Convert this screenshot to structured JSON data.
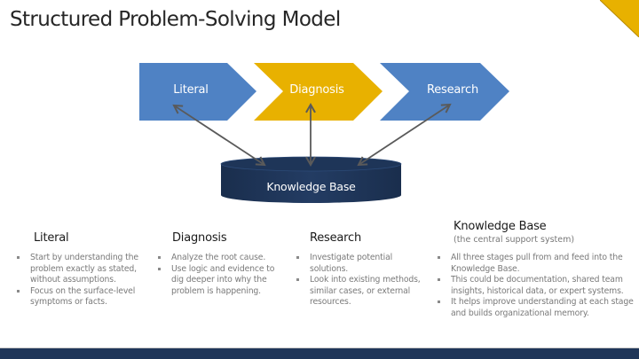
{
  "slide": {
    "title": "Structured Problem-Solving Model"
  },
  "colors": {
    "blue": "#4f82c4",
    "gold": "#e8b100",
    "navy": "#1f3659",
    "arrow": "#5a5a5a"
  },
  "diagram": {
    "stages": [
      {
        "label": "Literal"
      },
      {
        "label": "Diagnosis"
      },
      {
        "label": "Research"
      }
    ],
    "knowledge_base_label": "Knowledge Base"
  },
  "columns": [
    {
      "heading": "Literal",
      "bullets": [
        "Start by understanding the problem exactly as stated, without assumptions.",
        "Focus on the surface-level symptoms or facts."
      ]
    },
    {
      "heading": "Diagnosis",
      "bullets": [
        "Analyze the root cause.",
        "Use logic and evidence to dig deeper into why the problem is happening."
      ]
    },
    {
      "heading": "Research",
      "bullets": [
        "Investigate potential solutions.",
        "Look into existing methods, similar cases, or external resources."
      ]
    },
    {
      "heading": "Knowledge Base",
      "subheading": "(the central support system)",
      "bullets": [
        "All three stages pull from and feed into the Knowledge Base.",
        "This could be documentation, shared team insights, historical data, or expert systems.",
        "It helps improve understanding at each stage and builds organizational memory."
      ]
    }
  ]
}
